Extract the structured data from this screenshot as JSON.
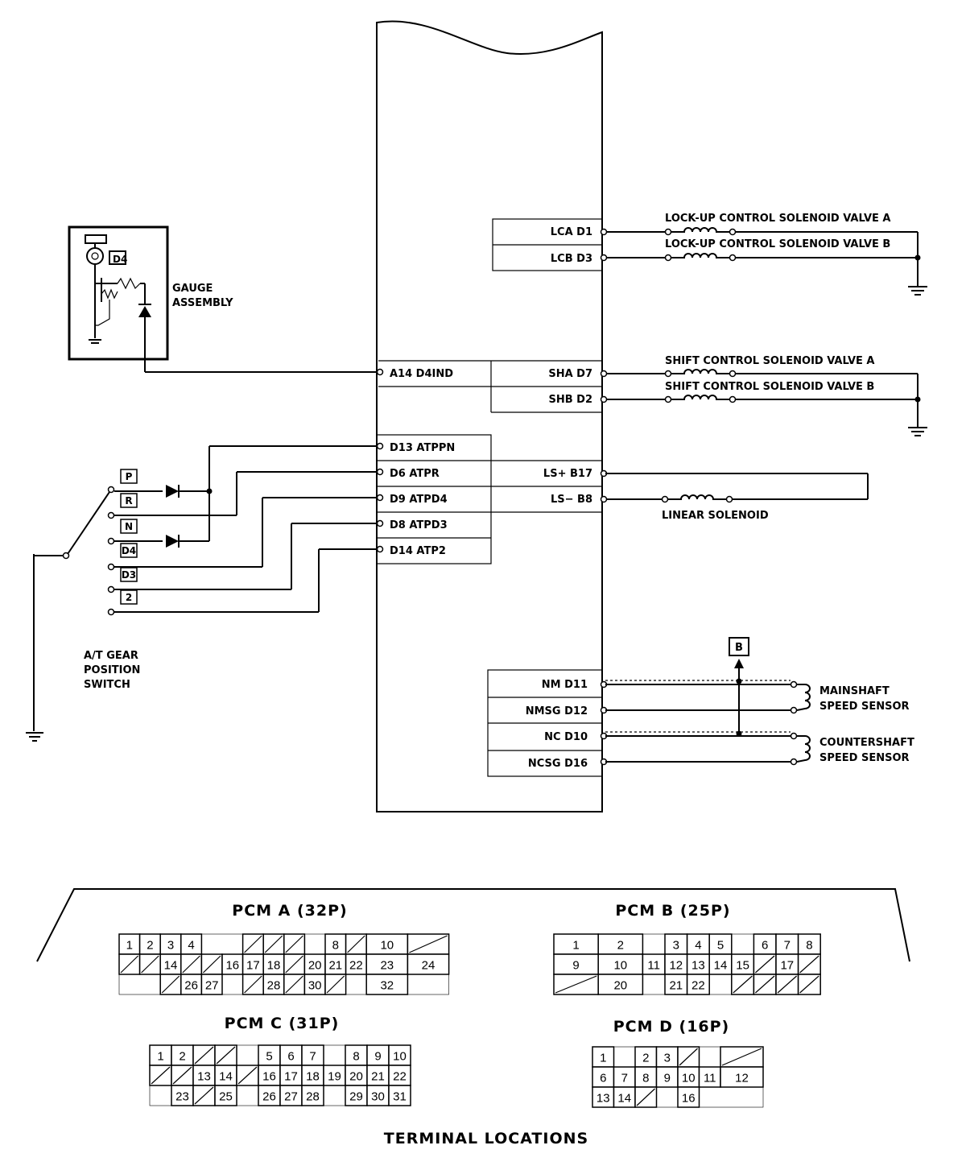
{
  "pcm_pins": {
    "lca": "LCA D1",
    "lcb": "LCB D3",
    "a14": "A14 D4IND",
    "sha": "SHA D7",
    "shb": "SHB D2",
    "d13": "D13 ATPPN",
    "d6": "D6 ATPR",
    "d9": "D9 ATPD4",
    "d8": "D8 ATPD3",
    "d14": "D14 ATP2",
    "lsplus": "LS+ B17",
    "lsminus": "LS− B8",
    "nm": "NM D11",
    "nmsg": "NMSG D12",
    "nc": "NC D10",
    "ncsg": "NCSG D16"
  },
  "components": {
    "lca": "LOCK-UP CONTROL SOLENOID VALVE A",
    "lcb": "LOCK-UP CONTROL SOLENOID VALVE B",
    "sha": "SHIFT CONTROL SOLENOID VALVE A",
    "shb": "SHIFT CONTROL SOLENOID VALVE B",
    "linear": "LINEAR SOLENOID",
    "gauge1": "GAUGE",
    "gauge2": "ASSEMBLY",
    "sw1": "A/T GEAR",
    "sw2": "POSITION",
    "sw3": "SWITCH",
    "ms1": "MAINSHAFT",
    "ms2": "SPEED SENSOR",
    "cs1": "COUNTERSHAFT",
    "cs2": "SPEED SENSOR",
    "b_ref": "B",
    "d4_ind": "D4"
  },
  "gear_positions": [
    "P",
    "R",
    "N",
    "D4",
    "D3",
    "2"
  ],
  "connectors": {
    "a": {
      "title": "PCM A (32P)",
      "cells": [
        {
          "r": 0,
          "c": 0,
          "t": "1"
        },
        {
          "r": 0,
          "c": 1,
          "t": "2"
        },
        {
          "r": 0,
          "c": 2,
          "t": "3"
        },
        {
          "r": 0,
          "c": 3,
          "t": "4"
        },
        {
          "r": 0,
          "c": 6,
          "t": ""
        },
        {
          "r": 0,
          "c": 7,
          "t": ""
        },
        {
          "r": 0,
          "c": 8,
          "t": ""
        },
        {
          "r": 0,
          "c": 10,
          "t": "8"
        },
        {
          "r": 0,
          "c": 11,
          "t": ""
        },
        {
          "r": 0,
          "c": 12,
          "w": 2,
          "t": "10"
        },
        {
          "r": 0,
          "c": 14,
          "w": 2,
          "t": ""
        },
        {
          "r": 1,
          "c": 0,
          "t": ""
        },
        {
          "r": 1,
          "c": 1,
          "t": ""
        },
        {
          "r": 1,
          "c": 2,
          "t": "14"
        },
        {
          "r": 1,
          "c": 3,
          "t": ""
        },
        {
          "r": 1,
          "c": 4,
          "t": ""
        },
        {
          "r": 1,
          "c": 5,
          "t": "16"
        },
        {
          "r": 1,
          "c": 6,
          "t": "17"
        },
        {
          "r": 1,
          "c": 7,
          "t": "18"
        },
        {
          "r": 1,
          "c": 8,
          "t": ""
        },
        {
          "r": 1,
          "c": 9,
          "t": "20"
        },
        {
          "r": 1,
          "c": 10,
          "t": "21"
        },
        {
          "r": 1,
          "c": 11,
          "t": "22"
        },
        {
          "r": 1,
          "c": 12,
          "w": 2,
          "t": "23"
        },
        {
          "r": 1,
          "c": 14,
          "w": 2,
          "t": "24"
        },
        {
          "r": 2,
          "c": 2,
          "t": ""
        },
        {
          "r": 2,
          "c": 3,
          "t": "26"
        },
        {
          "r": 2,
          "c": 4,
          "t": "27"
        },
        {
          "r": 2,
          "c": 6,
          "t": ""
        },
        {
          "r": 2,
          "c": 7,
          "t": "28"
        },
        {
          "r": 2,
          "c": 8,
          "t": ""
        },
        {
          "r": 2,
          "c": 9,
          "t": "30"
        },
        {
          "r": 2,
          "c": 10,
          "t": ""
        },
        {
          "r": 2,
          "c": 12,
          "w": 2,
          "t": "32"
        }
      ]
    },
    "b": {
      "title": "PCM B (25P)",
      "cells": [
        {
          "r": 0,
          "c": 0,
          "w": 2,
          "t": "1"
        },
        {
          "r": 0,
          "c": 2,
          "w": 2,
          "t": "2"
        },
        {
          "r": 0,
          "c": 5,
          "t": "3"
        },
        {
          "r": 0,
          "c": 6,
          "t": "4"
        },
        {
          "r": 0,
          "c": 7,
          "t": "5"
        },
        {
          "r": 0,
          "c": 9,
          "t": "6"
        },
        {
          "r": 0,
          "c": 10,
          "t": "7"
        },
        {
          "r": 0,
          "c": 11,
          "t": "8"
        },
        {
          "r": 1,
          "c": 0,
          "w": 2,
          "t": "9"
        },
        {
          "r": 1,
          "c": 2,
          "w": 2,
          "t": "10"
        },
        {
          "r": 1,
          "c": 4,
          "t": "11"
        },
        {
          "r": 1,
          "c": 5,
          "t": "12"
        },
        {
          "r": 1,
          "c": 6,
          "t": "13"
        },
        {
          "r": 1,
          "c": 7,
          "t": "14"
        },
        {
          "r": 1,
          "c": 8,
          "t": "15"
        },
        {
          "r": 1,
          "c": 9,
          "t": ""
        },
        {
          "r": 1,
          "c": 10,
          "t": "17"
        },
        {
          "r": 1,
          "c": 11,
          "t": ""
        },
        {
          "r": 2,
          "c": 0,
          "w": 2,
          "t": ""
        },
        {
          "r": 2,
          "c": 2,
          "w": 2,
          "t": "20"
        },
        {
          "r": 2,
          "c": 5,
          "t": "21"
        },
        {
          "r": 2,
          "c": 6,
          "t": "22"
        },
        {
          "r": 2,
          "c": 8,
          "t": ""
        },
        {
          "r": 2,
          "c": 9,
          "t": ""
        },
        {
          "r": 2,
          "c": 10,
          "t": ""
        },
        {
          "r": 2,
          "c": 11,
          "t": ""
        }
      ]
    },
    "c": {
      "title": "PCM C (31P)",
      "cells": [
        {
          "r": 0,
          "c": 0,
          "t": "1"
        },
        {
          "r": 0,
          "c": 1,
          "t": "2"
        },
        {
          "r": 0,
          "c": 2,
          "t": ""
        },
        {
          "r": 0,
          "c": 3,
          "t": ""
        },
        {
          "r": 0,
          "c": 5,
          "t": "5"
        },
        {
          "r": 0,
          "c": 6,
          "t": "6"
        },
        {
          "r": 0,
          "c": 7,
          "t": "7"
        },
        {
          "r": 0,
          "c": 9,
          "t": "8"
        },
        {
          "r": 0,
          "c": 10,
          "t": "9"
        },
        {
          "r": 0,
          "c": 11,
          "t": "10"
        },
        {
          "r": 1,
          "c": 0,
          "t": ""
        },
        {
          "r": 1,
          "c": 1,
          "t": ""
        },
        {
          "r": 1,
          "c": 2,
          "t": "13"
        },
        {
          "r": 1,
          "c": 3,
          "t": "14"
        },
        {
          "r": 1,
          "c": 4,
          "t": ""
        },
        {
          "r": 1,
          "c": 5,
          "t": "16"
        },
        {
          "r": 1,
          "c": 6,
          "t": "17"
        },
        {
          "r": 1,
          "c": 7,
          "t": "18"
        },
        {
          "r": 1,
          "c": 8,
          "t": "19"
        },
        {
          "r": 1,
          "c": 9,
          "t": "20"
        },
        {
          "r": 1,
          "c": 10,
          "t": "21"
        },
        {
          "r": 1,
          "c": 11,
          "t": "22"
        },
        {
          "r": 2,
          "c": 1,
          "t": "23"
        },
        {
          "r": 2,
          "c": 2,
          "t": ""
        },
        {
          "r": 2,
          "c": 3,
          "t": "25"
        },
        {
          "r": 2,
          "c": 5,
          "t": "26"
        },
        {
          "r": 2,
          "c": 6,
          "t": "27"
        },
        {
          "r": 2,
          "c": 7,
          "t": "28"
        },
        {
          "r": 2,
          "c": 9,
          "t": "29"
        },
        {
          "r": 2,
          "c": 10,
          "t": "30"
        },
        {
          "r": 2,
          "c": 11,
          "t": "31"
        }
      ]
    },
    "d": {
      "title": "PCM D (16P)",
      "cells": [
        {
          "r": 0,
          "c": 0,
          "t": "1"
        },
        {
          "r": 0,
          "c": 2,
          "t": "2"
        },
        {
          "r": 0,
          "c": 3,
          "t": "3"
        },
        {
          "r": 0,
          "c": 4,
          "t": ""
        },
        {
          "r": 0,
          "c": 6,
          "w": 2,
          "t": ""
        },
        {
          "r": 1,
          "c": 0,
          "t": "6"
        },
        {
          "r": 1,
          "c": 1,
          "t": "7"
        },
        {
          "r": 1,
          "c": 2,
          "t": "8"
        },
        {
          "r": 1,
          "c": 3,
          "t": "9"
        },
        {
          "r": 1,
          "c": 4,
          "t": "10"
        },
        {
          "r": 1,
          "c": 5,
          "t": "11"
        },
        {
          "r": 1,
          "c": 6,
          "w": 2,
          "t": "12"
        },
        {
          "r": 2,
          "c": 0,
          "t": "13"
        },
        {
          "r": 2,
          "c": 1,
          "t": "14"
        },
        {
          "r": 2,
          "c": 2,
          "t": ""
        },
        {
          "r": 2,
          "c": 4,
          "t": "16"
        }
      ]
    }
  },
  "terminal_title": "TERMINAL LOCATIONS"
}
